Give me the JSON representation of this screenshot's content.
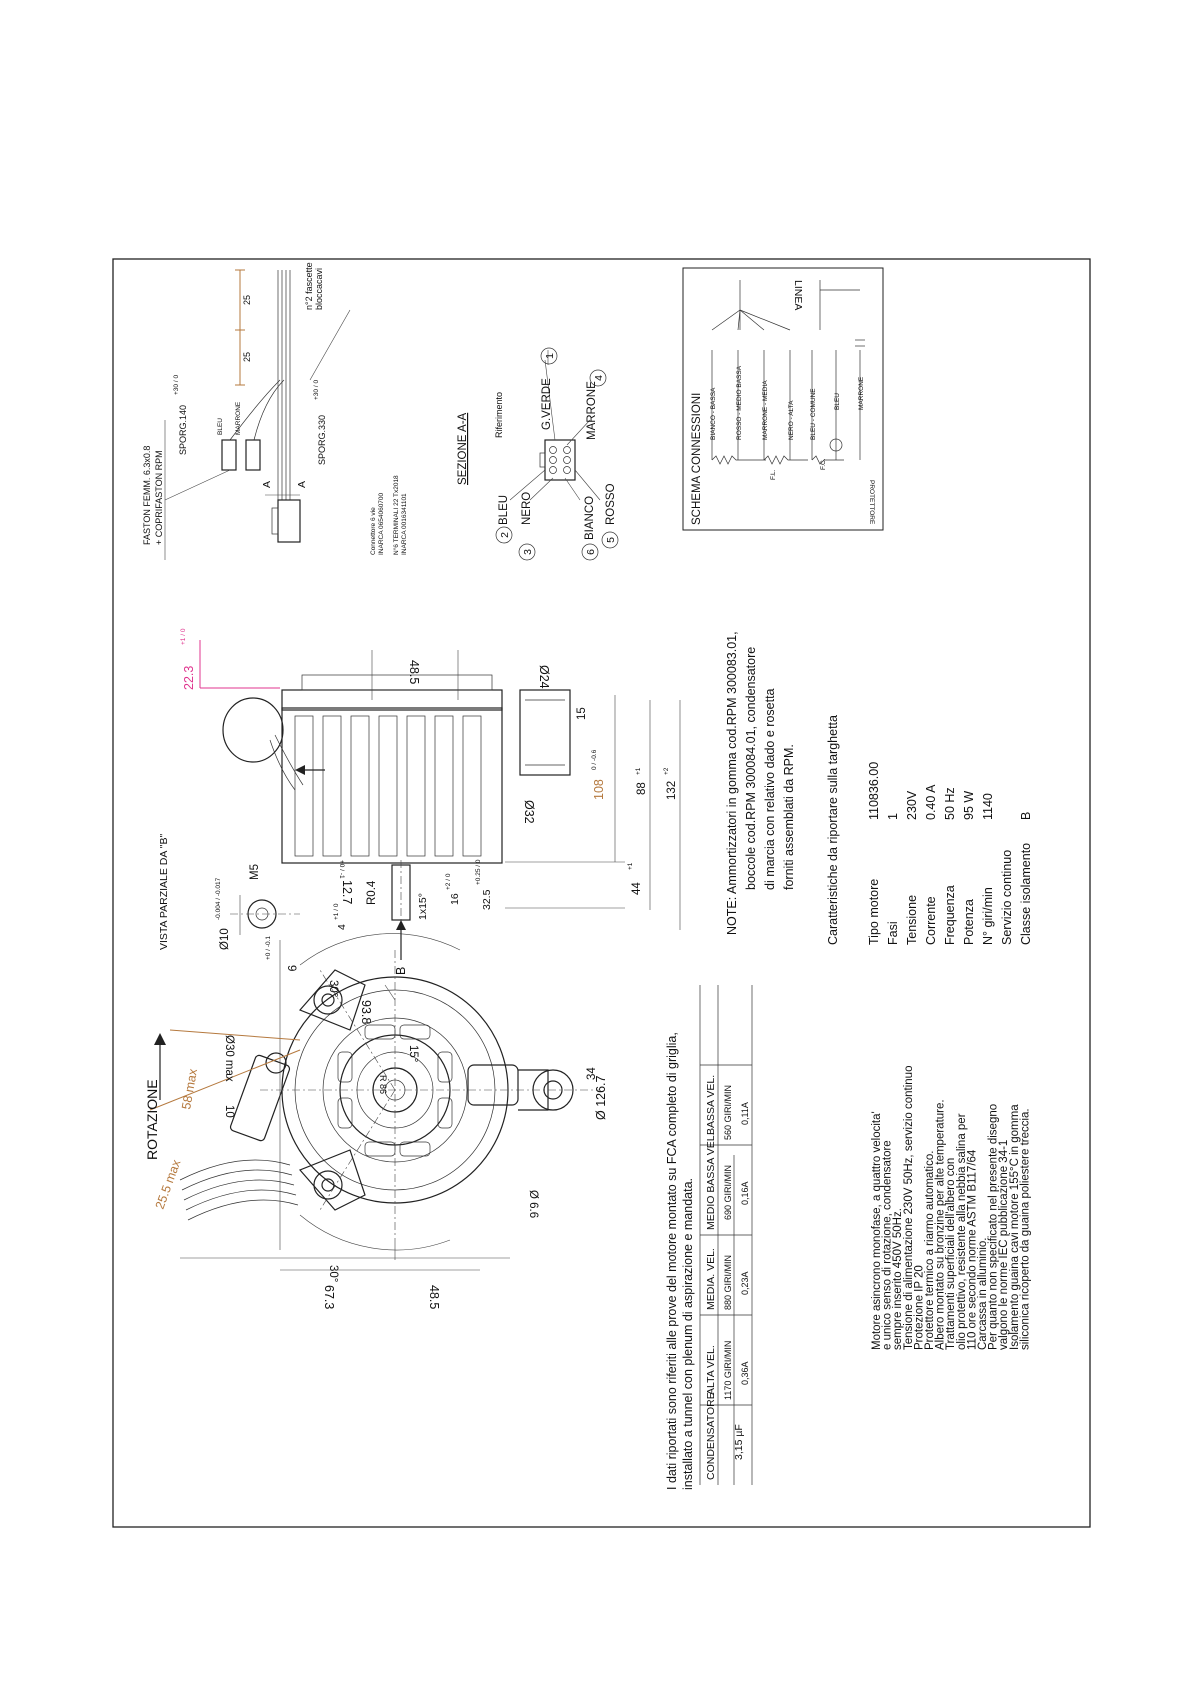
{
  "drawing": {
    "rotation_label": "ROTAZIONE",
    "vista_label": "VISTA PARZIALE DA \"B\"",
    "b_arrow_label": "B",
    "front_view": {
      "d255": "25.5 max",
      "d58": "58 max",
      "d30max": "Ø30 max",
      "d10": "10",
      "d938": "93.8",
      "a30top": "30°",
      "a15": "15°",
      "r86": "R 86",
      "d66": "Ø 6.6",
      "d34": "34",
      "d1267": "Ø 126.7",
      "a30bot": "30°",
      "d673": "67.3",
      "d485": "48.5"
    },
    "shaft_view": {
      "dia10": "Ø10",
      "dia10_tol": "-0.004 / -0.017",
      "m5": "M5",
      "d9": "9",
      "d9_tol": "+0 / -0.1"
    },
    "side_view": {
      "d127": "12.7",
      "d127_tol": "+0 / -1",
      "r04": "R0.4",
      "d1x15": "1x15°",
      "d16": "16",
      "d16_tol": "+2 / 0",
      "d325": "32.5",
      "d325_tol": "+0.25 / 0",
      "d4": "4",
      "d4_tol": "+1 / 0",
      "d44": "44",
      "d44_tol": "+1",
      "d108": "108",
      "d108_tol": "0 / -0.6",
      "d88": "88",
      "d88_tol": "+1",
      "d132": "132",
      "d132_tol": "+2",
      "dia32": "Ø32",
      "d15": "15",
      "dia24": "Ø24",
      "d485": "48.5",
      "d223": "22.3",
      "d223_tol": "+1 / 0"
    },
    "wiring": {
      "faston1": "FASTON FEMM. 6.3x0.8",
      "faston2": "+ COPRIFASTON RPM",
      "sporg140": "SPORG.140",
      "sporg140_tol": "+30 / 0",
      "bleu_small": "BLEU",
      "marrone_small": "MARRONE",
      "conn1": "Connettore 6 vie",
      "conn2": "INARCA 0654060700",
      "conn3": "N°6 TERMINALI 22 Tx2018",
      "conn4": "INARCA 0016341101",
      "sporg330": "SPORG.330",
      "sporg330_tol": "+30 / 0",
      "d25a": "25",
      "d25b": "25",
      "fascette1": "n°2 fascette",
      "fascette2": "bloccacavi",
      "a_label": "A"
    },
    "sezione": {
      "title": "SEZIONE A-A",
      "riferimento": "Riferimento",
      "gverde": "G.VERDE",
      "marrone": "MARRONE",
      "bleu": "BLEU",
      "nero": "NERO",
      "bianco": "BIANCO",
      "rosso": "ROSSO",
      "n1": "1",
      "n2": "2",
      "n3": "3",
      "n4": "4",
      "n5": "5",
      "n6": "6"
    },
    "schema": {
      "title": "SCHEMA CONNESSIONI",
      "w1": "BIANCO - BASSA",
      "w2": "ROSSO - MEDIO BASSA",
      "w3": "MARRONE - MEDIA",
      "w4": "NERO - ALTA",
      "w5": "BLEU - COMUNE",
      "w6": "BLEU",
      "w7": "MARRONE",
      "linea": "LINEA",
      "protettore": "PROTETTORE",
      "fc": "F.C.",
      "fl": "F.L."
    }
  },
  "performance": {
    "note_line1": "I dati riportati sono riferiti alle prove del motore montato su FCA completo di griglia,",
    "note_line2": "installato a tunnel con plenum di aspirazione e mandata.",
    "headers": [
      "CONDENSATORE",
      "ALTA VEL.",
      "MEDIA. VEL.",
      "MEDIO BASSA VEL.",
      "BASSA VEL."
    ],
    "row": [
      {
        "top": "3,15 µF",
        "bottom": ""
      },
      {
        "top": "1170 GIRI/MIN",
        "bottom": "0,36A"
      },
      {
        "top": "880 GIRI/MIN",
        "bottom": "0,23A"
      },
      {
        "top": "690 GIRI/MIN",
        "bottom": "0,16A"
      },
      {
        "top": "560 GIRI/MIN",
        "bottom": "0,11A"
      }
    ]
  },
  "note": {
    "l1": "NOTE:  Ammortizzatori in gomma cod.RPM 300083.01,",
    "l2": "boccole cod.RPM 300084.01, condensatore",
    "l3": "di marcia con relativo dado e rosetta",
    "l4": "forniti assemblati da RPM."
  },
  "specs": {
    "title": "Caratteristiche da riportare sulla targhetta",
    "rows": [
      {
        "label": "Tipo motore",
        "value": "110836.00"
      },
      {
        "label": "Fasi",
        "value": "1"
      },
      {
        "label": "Tensione",
        "value": "230V"
      },
      {
        "label": "Corrente",
        "value": "0.40 A"
      },
      {
        "label": "Frequenza",
        "value": "50 Hz"
      },
      {
        "label": "Potenza",
        "value": "95 W"
      },
      {
        "label": "N° giri/min",
        "value": "1140"
      },
      {
        "label": "Servizio continuo",
        "value": ""
      },
      {
        "label": "Classe isolamento",
        "value": "B"
      }
    ]
  },
  "description": [
    "Motore asincrono monofase, a quattro velocita'",
    "e unico senso di rotazione, condensatore",
    "sempre inserito 450V 50Hz.",
    "Tensione di alimentazione 230V 50Hz, servizio continuo",
    "Protezione IP 20",
    "Protettore termico a riarmo automatico.",
    "Albero montato su bronzine per alte temperature.",
    "Trattamenti superficiali dell'albero con",
    "olio protettivo, resistente alla nebbia salina per",
    "110 ore secondo norme ASTM B117/64",
    "Carcassa in alluminio.",
    "Per quanto non specificato nel presente disegno",
    "valgono le norme IEC pubblicazione 34-1",
    "Isolamento guaina cavi motore 155°C in gomma",
    "siliconica ricoperto da guaina poliestere treccia."
  ]
}
